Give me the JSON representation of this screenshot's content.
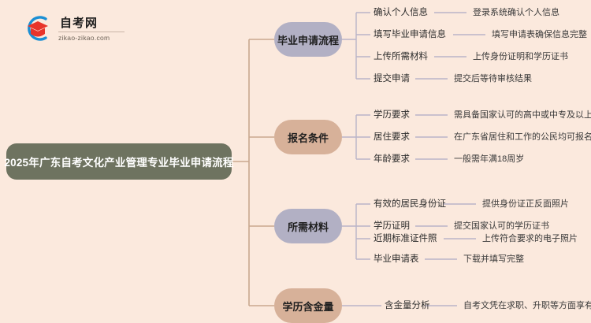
{
  "logo": {
    "name_cn": "自考网",
    "domain": "zikao-zikao.com",
    "mark_icon": "graduation-cap-icon",
    "arc_color": "#1b8fd4",
    "cap_color": "#e8342a"
  },
  "colors": {
    "background": "#fbe9dd",
    "root_fill": "#6e7360",
    "root_text": "#ffffff",
    "branch_lavender": "#b2b0c4",
    "branch_tan": "#d7b199",
    "trunk_line": "#c9a88f",
    "sub_line": "#b9b4c8"
  },
  "mindmap": {
    "type": "mindmap",
    "root": {
      "label": "2025年广东自考文化产业管理专业毕业申请流程"
    },
    "branches": [
      {
        "label": "毕业申请流程",
        "fill": "#b2b0c4",
        "children": [
          {
            "label": "确认个人信息",
            "detail": "登录系统确认个人信息"
          },
          {
            "label": "填写毕业申请信息",
            "detail": "填写申请表确保信息完整"
          },
          {
            "label": "上传所需材料",
            "detail": "上传身份证明和学历证书"
          },
          {
            "label": "提交申请",
            "detail": "提交后等待审核结果"
          }
        ]
      },
      {
        "label": "报名条件",
        "fill": "#d7b199",
        "children": [
          {
            "label": "学历要求",
            "detail": "需具备国家认可的高中或中专及以上学历"
          },
          {
            "label": "居住要求",
            "detail": "在广东省居住和工作的公民均可报名"
          },
          {
            "label": "年龄要求",
            "detail": "一般需年满18周岁"
          }
        ]
      },
      {
        "label": "所需材料",
        "fill": "#b2b0c4",
        "children": [
          {
            "label": "有效的居民身份证",
            "detail": "提供身份证正反面照片"
          },
          {
            "label": "学历证明",
            "detail": "提交国家认可的学历证书"
          },
          {
            "label": "近期标准证件照",
            "detail": "上传符合要求的电子照片"
          },
          {
            "label": "毕业申请表",
            "detail": "下载并填写完整"
          }
        ]
      },
      {
        "label": "学历含金量",
        "fill": "#d7b199",
        "children": [
          {
            "label": "含金量分析",
            "detail": "自考文凭在求职、升职等方面享有相同待遇"
          }
        ]
      }
    ]
  }
}
